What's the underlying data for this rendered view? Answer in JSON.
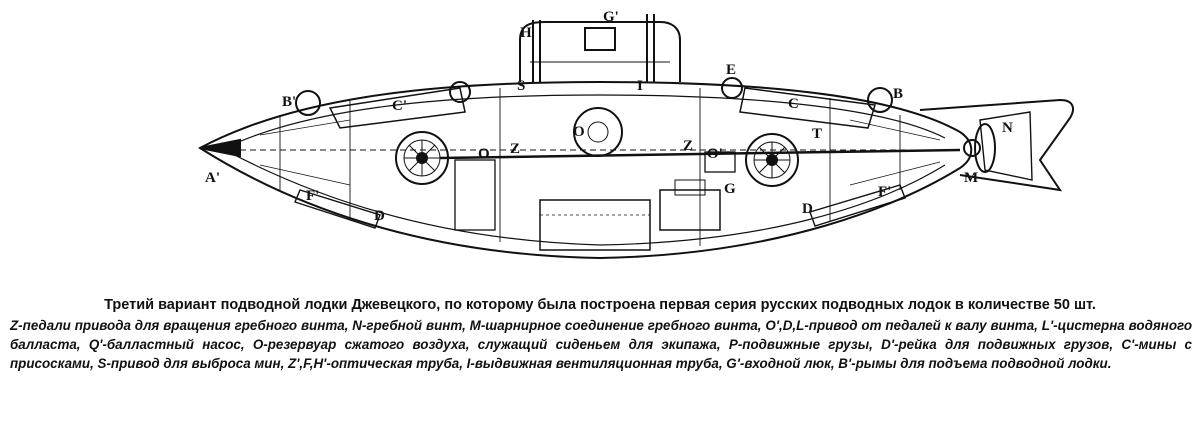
{
  "labels": {
    "A": "A'",
    "B_left": "B'",
    "B_right": "B",
    "C_left": "C'",
    "C_right": "C",
    "F_left": "F'",
    "F_right": "F'",
    "D_left": "D",
    "D_right": "D",
    "E": "E",
    "G": "G",
    "G_top": "G'",
    "H": "H",
    "I": "I",
    "S": "S",
    "O_top": "O",
    "O1": "O",
    "O2": "O'",
    "Z1": "Z",
    "Z2": "Z",
    "T": "T",
    "M": "M",
    "N": "N"
  },
  "caption": {
    "title": "Третий вариант подводной лодки Джевецкого, по которому была построена первая серия русских подводных лодок в количестве 50 шт.",
    "legend": "Z-педали привода для вращения гребного винта, N-гребной винт, M-шарнирное соединение гребного винта, O',D,L-привод от педалей к валу винта, L'-цистерна водяного балласта, Q'-балластный насос, O-резервуар сжатого воздуха, служащий сиденьем для экипажа, P-подвижные грузы, D'-рейка для подвижных грузов, C'-мины с присосками, S-привод для выброса мин, Z',F,H'-оптическая труба, I-выдвижная вентиляционная труба, G'-входной люк, B'-рымы для подъема подводной лодки."
  }
}
